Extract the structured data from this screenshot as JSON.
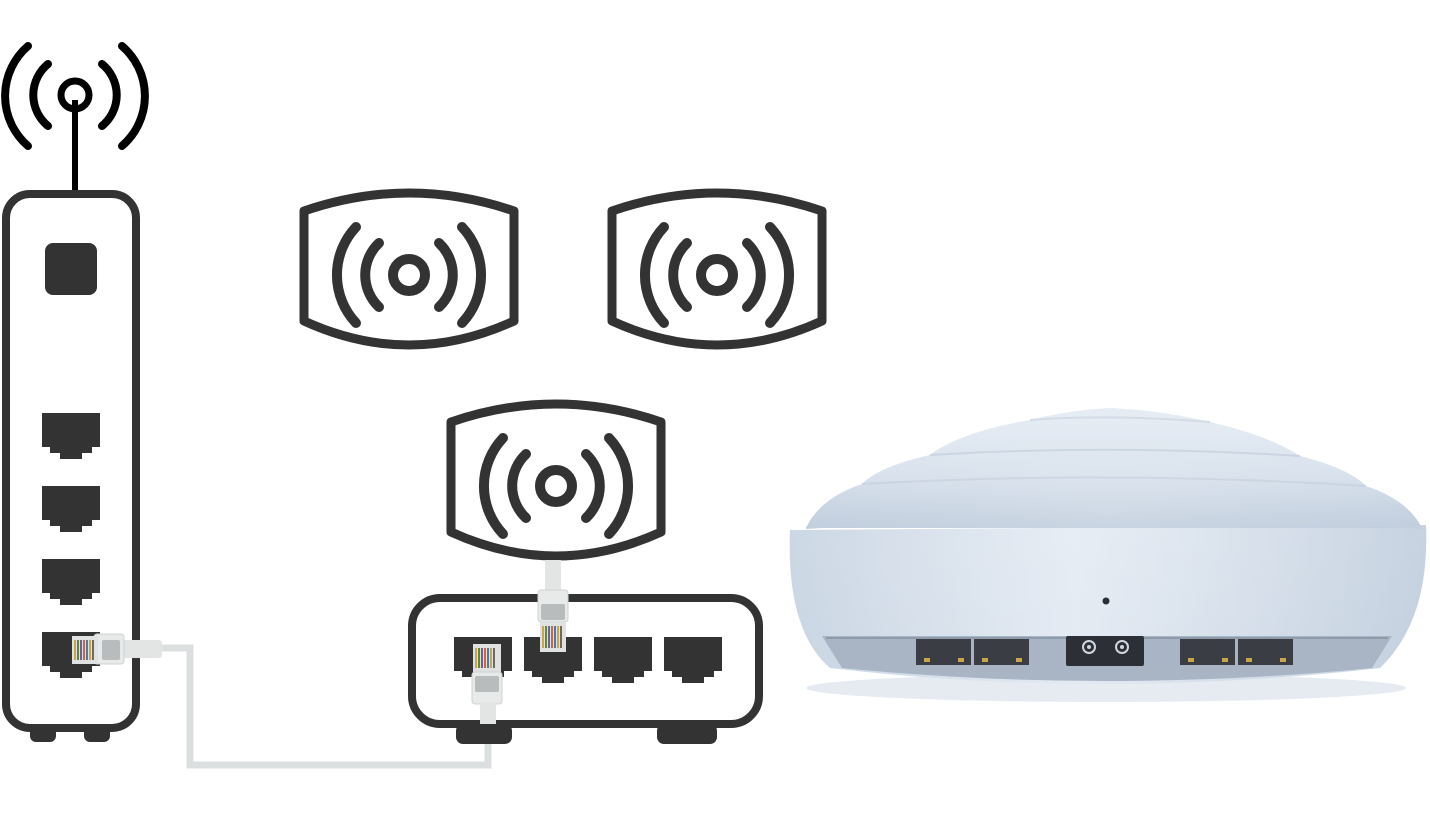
{
  "diagram": {
    "colors": {
      "icon": "#333333",
      "antenna": "#000000",
      "background": "#ffffff",
      "cable": "#dcdfdf",
      "cable_plug": "#e3e5e5",
      "plug_window": "#b8bcbc",
      "device_body": "#d6e1ee",
      "device_shadow": "#aab9cc",
      "device_port_panel": "#a9b5c4",
      "port_dark": "#3a3d44"
    },
    "nodes": [
      {
        "id": "modem",
        "icon": "modem-router-icon",
        "ports": 4
      },
      {
        "id": "satellite-1",
        "icon": "wifi-access-point-icon"
      },
      {
        "id": "satellite-2",
        "icon": "wifi-access-point-icon"
      },
      {
        "id": "satellite-3",
        "icon": "wifi-access-point-icon"
      },
      {
        "id": "switch",
        "icon": "network-switch-icon",
        "ports": 4
      },
      {
        "id": "mesh-router",
        "icon": "mesh-router-device-icon",
        "ports": 4
      }
    ],
    "links": [
      {
        "from": "modem",
        "to": "switch",
        "type": "ethernet-cable"
      },
      {
        "from": "switch",
        "to": "satellite-3",
        "type": "ethernet-cable"
      }
    ]
  }
}
